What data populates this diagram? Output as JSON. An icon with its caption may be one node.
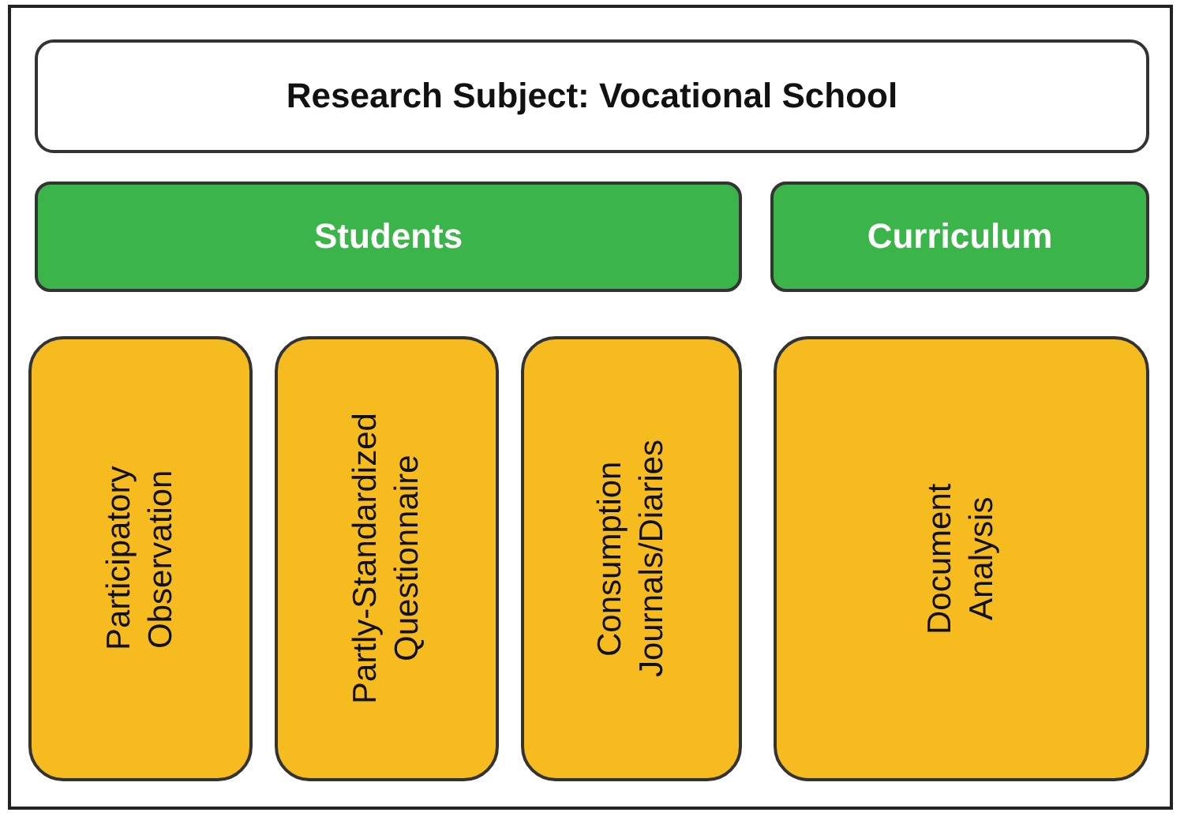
{
  "diagram": {
    "nodes": [
      {
        "text": [
          "Research Subject: Vocational School"
        ]
      },
      {
        "text": [
          "Students"
        ]
      },
      {
        "text": [
          "Curriculum"
        ]
      },
      {
        "text": [
          "Participatory Observation"
        ]
      },
      {
        "text": [
          "Partly-Standardized Questionnaire"
        ]
      },
      {
        "text": [
          "Consumption Journals/Diaries"
        ]
      },
      {
        "text": [
          "Document Analysis"
        ]
      }
    ]
  }
}
